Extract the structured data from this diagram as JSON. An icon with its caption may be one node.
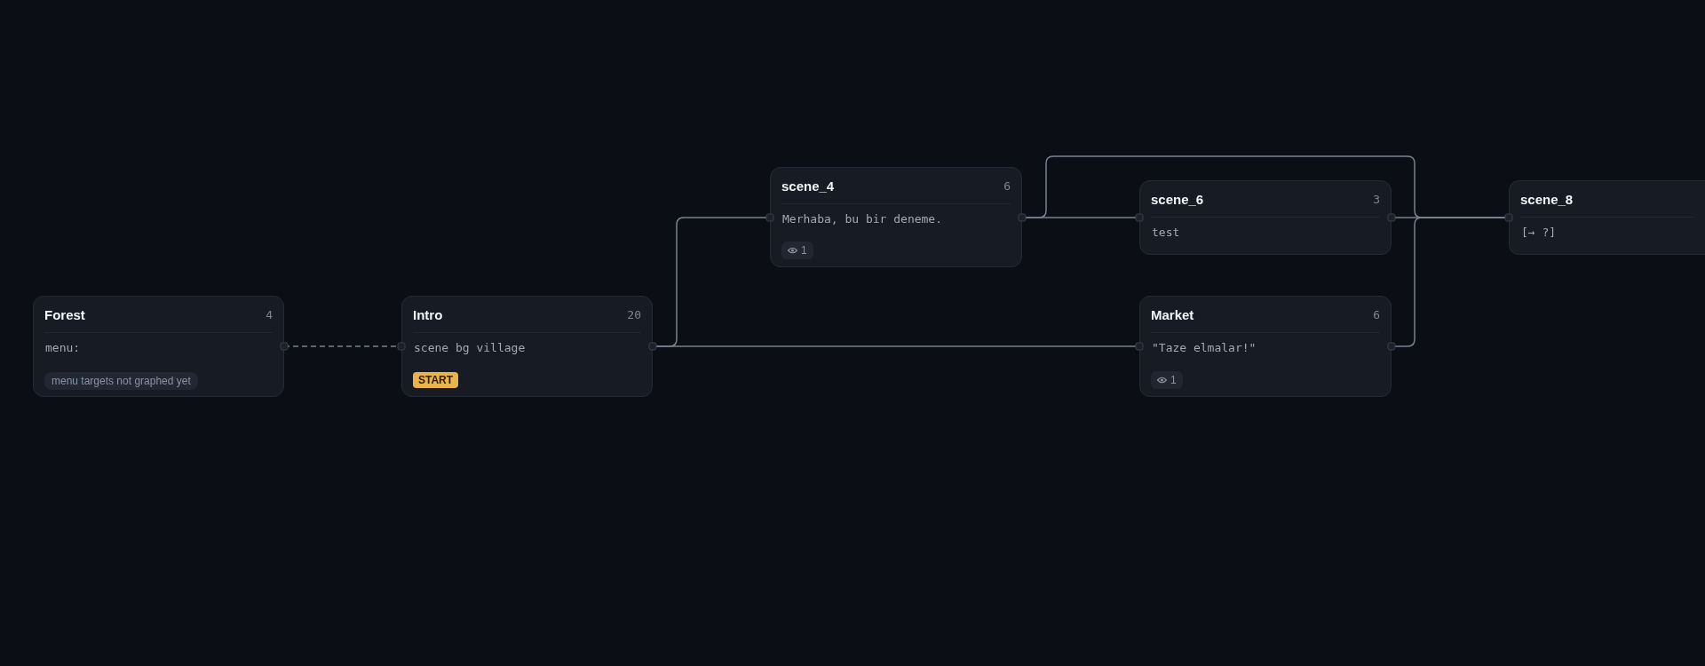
{
  "diagram": {
    "nodes": [
      {
        "text": [
          "Forest",
          "4",
          "menu:",
          "menu targets not graphed yet"
        ]
      },
      {
        "text": [
          "Intro",
          "20",
          "scene bg village",
          "START"
        ]
      },
      {
        "text": [
          "scene_4",
          "6",
          "Merhaba, bu bir deneme.",
          "1"
        ]
      },
      {
        "text": [
          "scene_6",
          "3",
          "test"
        ]
      },
      {
        "text": [
          "Market",
          "6",
          "\"Taze elmalar!\"",
          "1"
        ]
      },
      {
        "text": [
          "scene_8",
          "[→ ?]"
        ]
      }
    ],
    "edges": [
      {
        "from": 0,
        "to": 1,
        "arrow": "none",
        "style": "dashed"
      },
      {
        "from": 1,
        "to": 2,
        "arrow": "none"
      },
      {
        "from": 1,
        "to": 4,
        "arrow": "none"
      },
      {
        "from": 2,
        "to": 3,
        "arrow": "none"
      },
      {
        "from": 2,
        "to": 5,
        "arrow": "none"
      },
      {
        "from": 3,
        "to": 5,
        "arrow": "none"
      },
      {
        "from": 4,
        "to": 5,
        "arrow": "none"
      }
    ]
  }
}
